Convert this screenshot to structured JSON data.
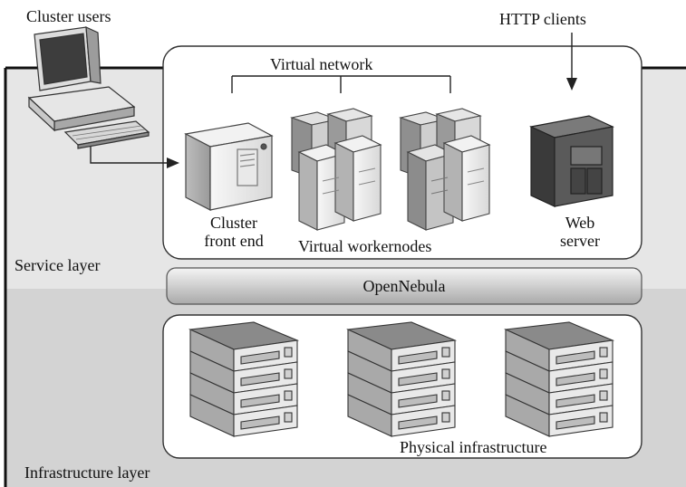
{
  "labels": {
    "cluster_users": "Cluster users",
    "http_clients": "HTTP clients",
    "virtual_network": "Virtual network",
    "cluster_front_end_1": "Cluster",
    "cluster_front_end_2": "front end",
    "virtual_workernodes": "Virtual workernodes",
    "web_server_1": "Web",
    "web_server_2": "server",
    "service_layer": "Service layer",
    "opennebula": "OpenNebula",
    "physical_infrastructure": "Physical infrastructure",
    "infrastructure_layer": "Infrastructure layer"
  },
  "colors": {
    "service_layer_bg": "#e6e6e6",
    "infrastructure_layer_bg": "#d3d3d3",
    "panel_bg": "#ffffff",
    "stroke": "#333333"
  },
  "icons": {
    "user_terminal": "desktop-computer-icon",
    "front_end": "tower-server-icon",
    "workernodes": "server-cluster-icon",
    "web_server": "dark-tower-server-icon",
    "physical_hosts": "rack-server-stack-icon"
  }
}
